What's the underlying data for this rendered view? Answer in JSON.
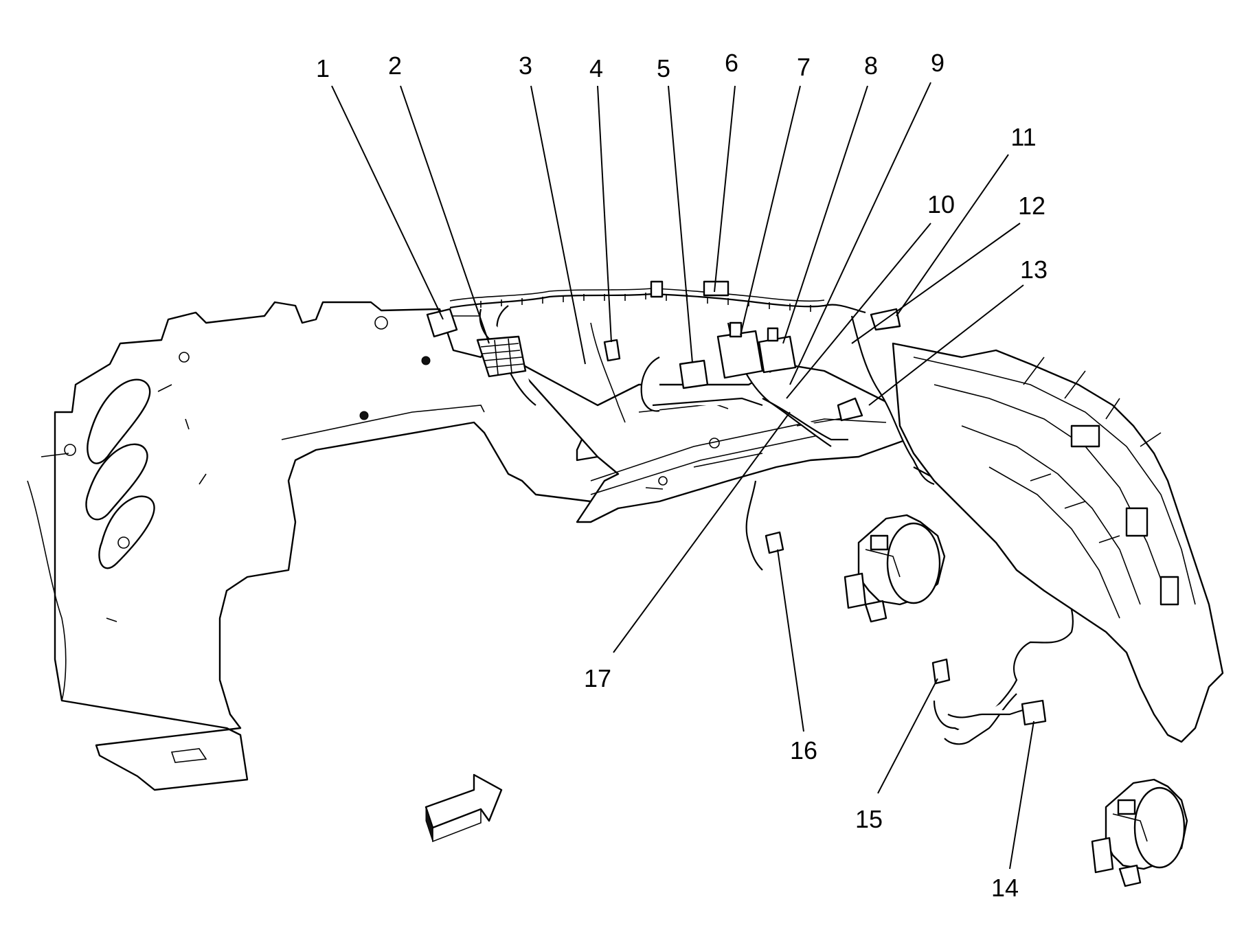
{
  "callouts": [
    {
      "id": "1",
      "label": "1"
    },
    {
      "id": "2",
      "label": "2"
    },
    {
      "id": "3",
      "label": "3"
    },
    {
      "id": "4",
      "label": "4"
    },
    {
      "id": "5",
      "label": "5"
    },
    {
      "id": "6",
      "label": "6"
    },
    {
      "id": "7",
      "label": "7"
    },
    {
      "id": "8",
      "label": "8"
    },
    {
      "id": "9",
      "label": "9"
    },
    {
      "id": "10",
      "label": "10"
    },
    {
      "id": "11",
      "label": "11"
    },
    {
      "id": "12",
      "label": "12"
    },
    {
      "id": "13",
      "label": "13"
    },
    {
      "id": "14",
      "label": "14"
    },
    {
      "id": "15",
      "label": "15"
    },
    {
      "id": "16",
      "label": "16"
    },
    {
      "id": "17",
      "label": "17"
    }
  ],
  "indicators": {
    "direction_arrow": "arrow-forward-icon"
  }
}
